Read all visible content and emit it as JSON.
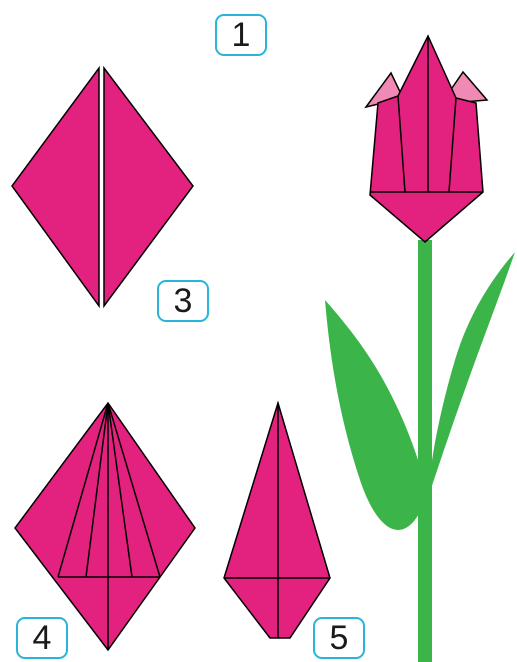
{
  "steps": [
    {
      "number": "1"
    },
    {
      "number": "3"
    },
    {
      "number": "4"
    },
    {
      "number": "5"
    }
  ],
  "colors": {
    "petal_pink": "#e3217f",
    "petal_light_pink": "#f08ab4",
    "stem_green": "#3bb54a",
    "fold_line": "#000000",
    "badge_border": "#29b5d9"
  }
}
